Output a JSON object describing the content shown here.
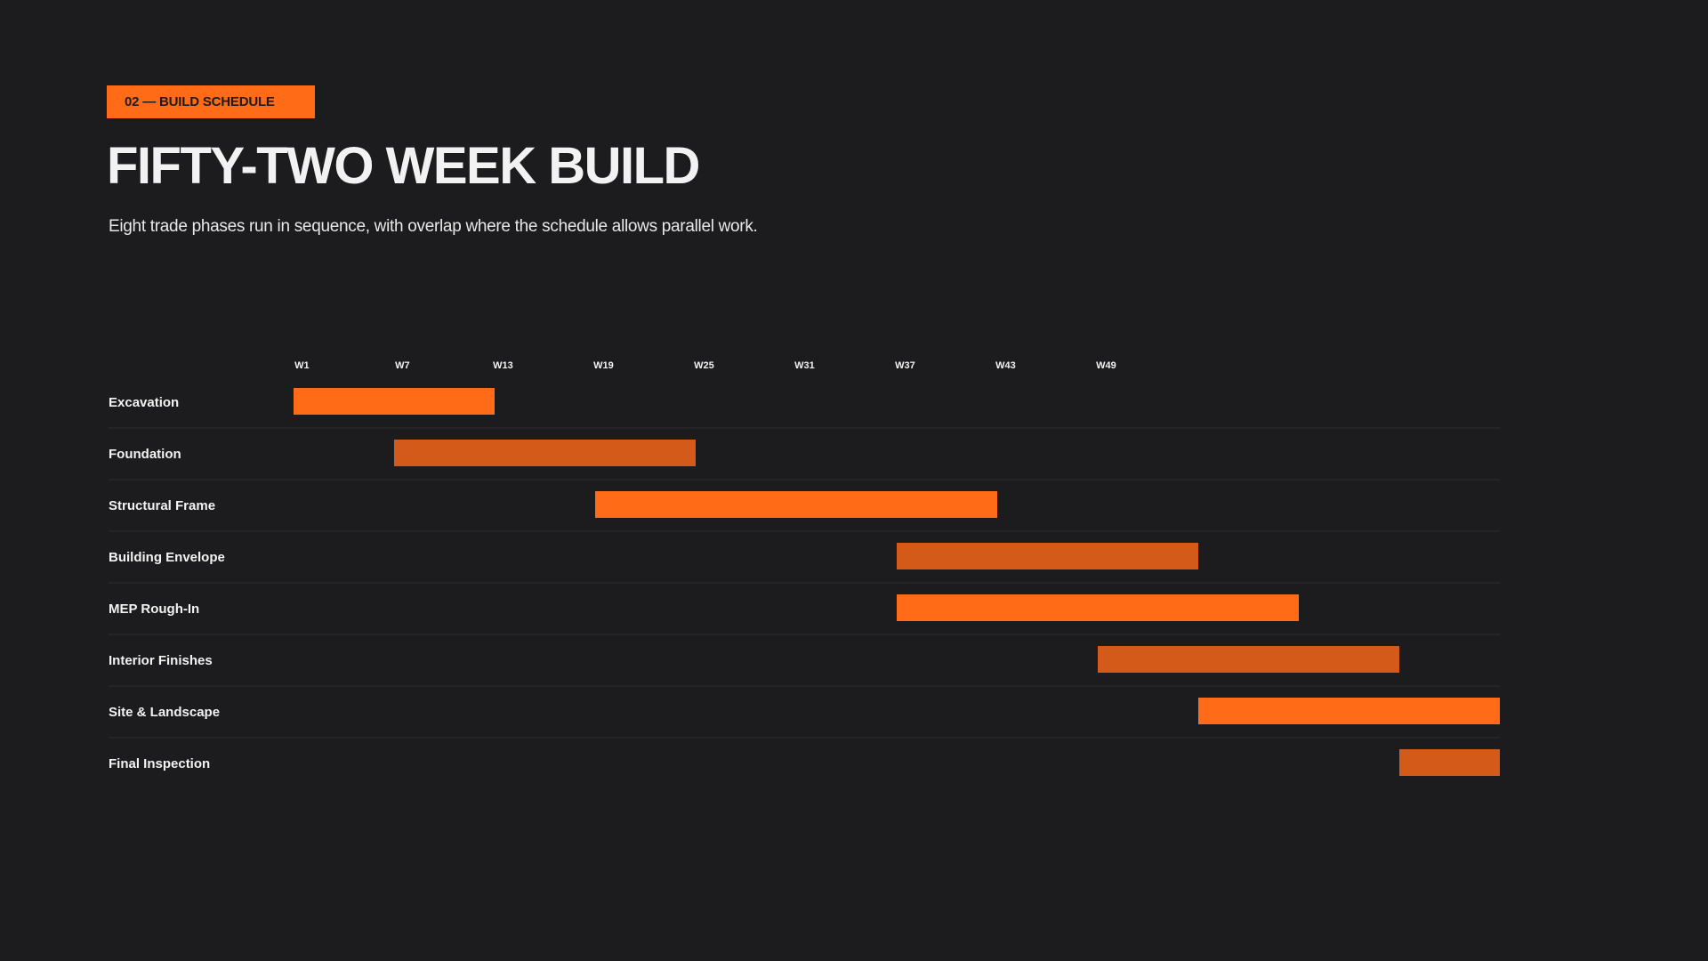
{
  "header": {
    "tag": "02 — BUILD SCHEDULE",
    "title": "FIFTY-TWO WEEK BUILD",
    "subtitle": "Eight trade phases run in sequence, with overlap where the schedule allows parallel work."
  },
  "colors": {
    "background": "#1c1c1e",
    "accent": "#ff6b16",
    "accent_dark": "#d35a18",
    "text": "#f2f2f2",
    "divider": "#2e2e31"
  },
  "chart_data": {
    "type": "gantt",
    "x_ticks": [
      "W1",
      "W7",
      "W13",
      "W19",
      "W25",
      "W31",
      "W37",
      "W43",
      "W49"
    ],
    "x_tick_weeks": [
      1,
      7,
      13,
      19,
      25,
      31,
      37,
      43,
      49
    ],
    "x_range": [
      0,
      72
    ],
    "tasks": [
      {
        "name": "Excavation",
        "start": 0,
        "end": 12
      },
      {
        "name": "Foundation",
        "start": 6,
        "end": 24
      },
      {
        "name": "Structural Frame",
        "start": 18,
        "end": 42
      },
      {
        "name": "Building Envelope",
        "start": 36,
        "end": 54
      },
      {
        "name": "MEP Rough-In",
        "start": 36,
        "end": 60
      },
      {
        "name": "Interior Finishes",
        "start": 48,
        "end": 66
      },
      {
        "name": "Site & Landscape",
        "start": 54,
        "end": 72
      },
      {
        "name": "Final Inspection",
        "start": 66,
        "end": 72
      }
    ]
  }
}
